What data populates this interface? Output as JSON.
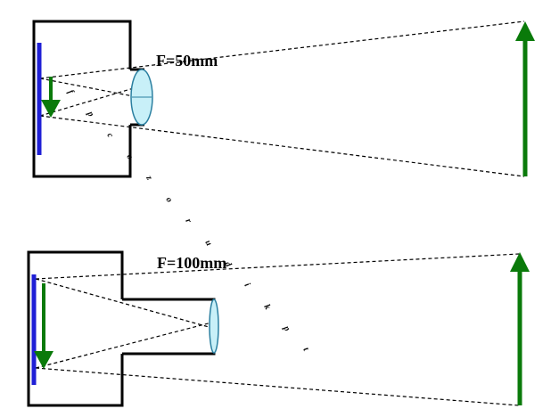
{
  "diagram": {
    "upper": {
      "focal_label": "F=50mm"
    },
    "lower": {
      "focal_label": "F=100mm"
    },
    "watermark_chars": [
      "f",
      "p",
      "c",
      "o",
      "z",
      "o",
      "r",
      "u",
      "d",
      "i",
      "k",
      "p",
      "t"
    ],
    "colors": {
      "camera_body": "#000000",
      "sensor": "#1f1fd6",
      "arrow": "#0a7a0a",
      "lens_fill": "#c8f0f8",
      "lens_stroke": "#2a7fa0",
      "ray": "#000000"
    }
  }
}
